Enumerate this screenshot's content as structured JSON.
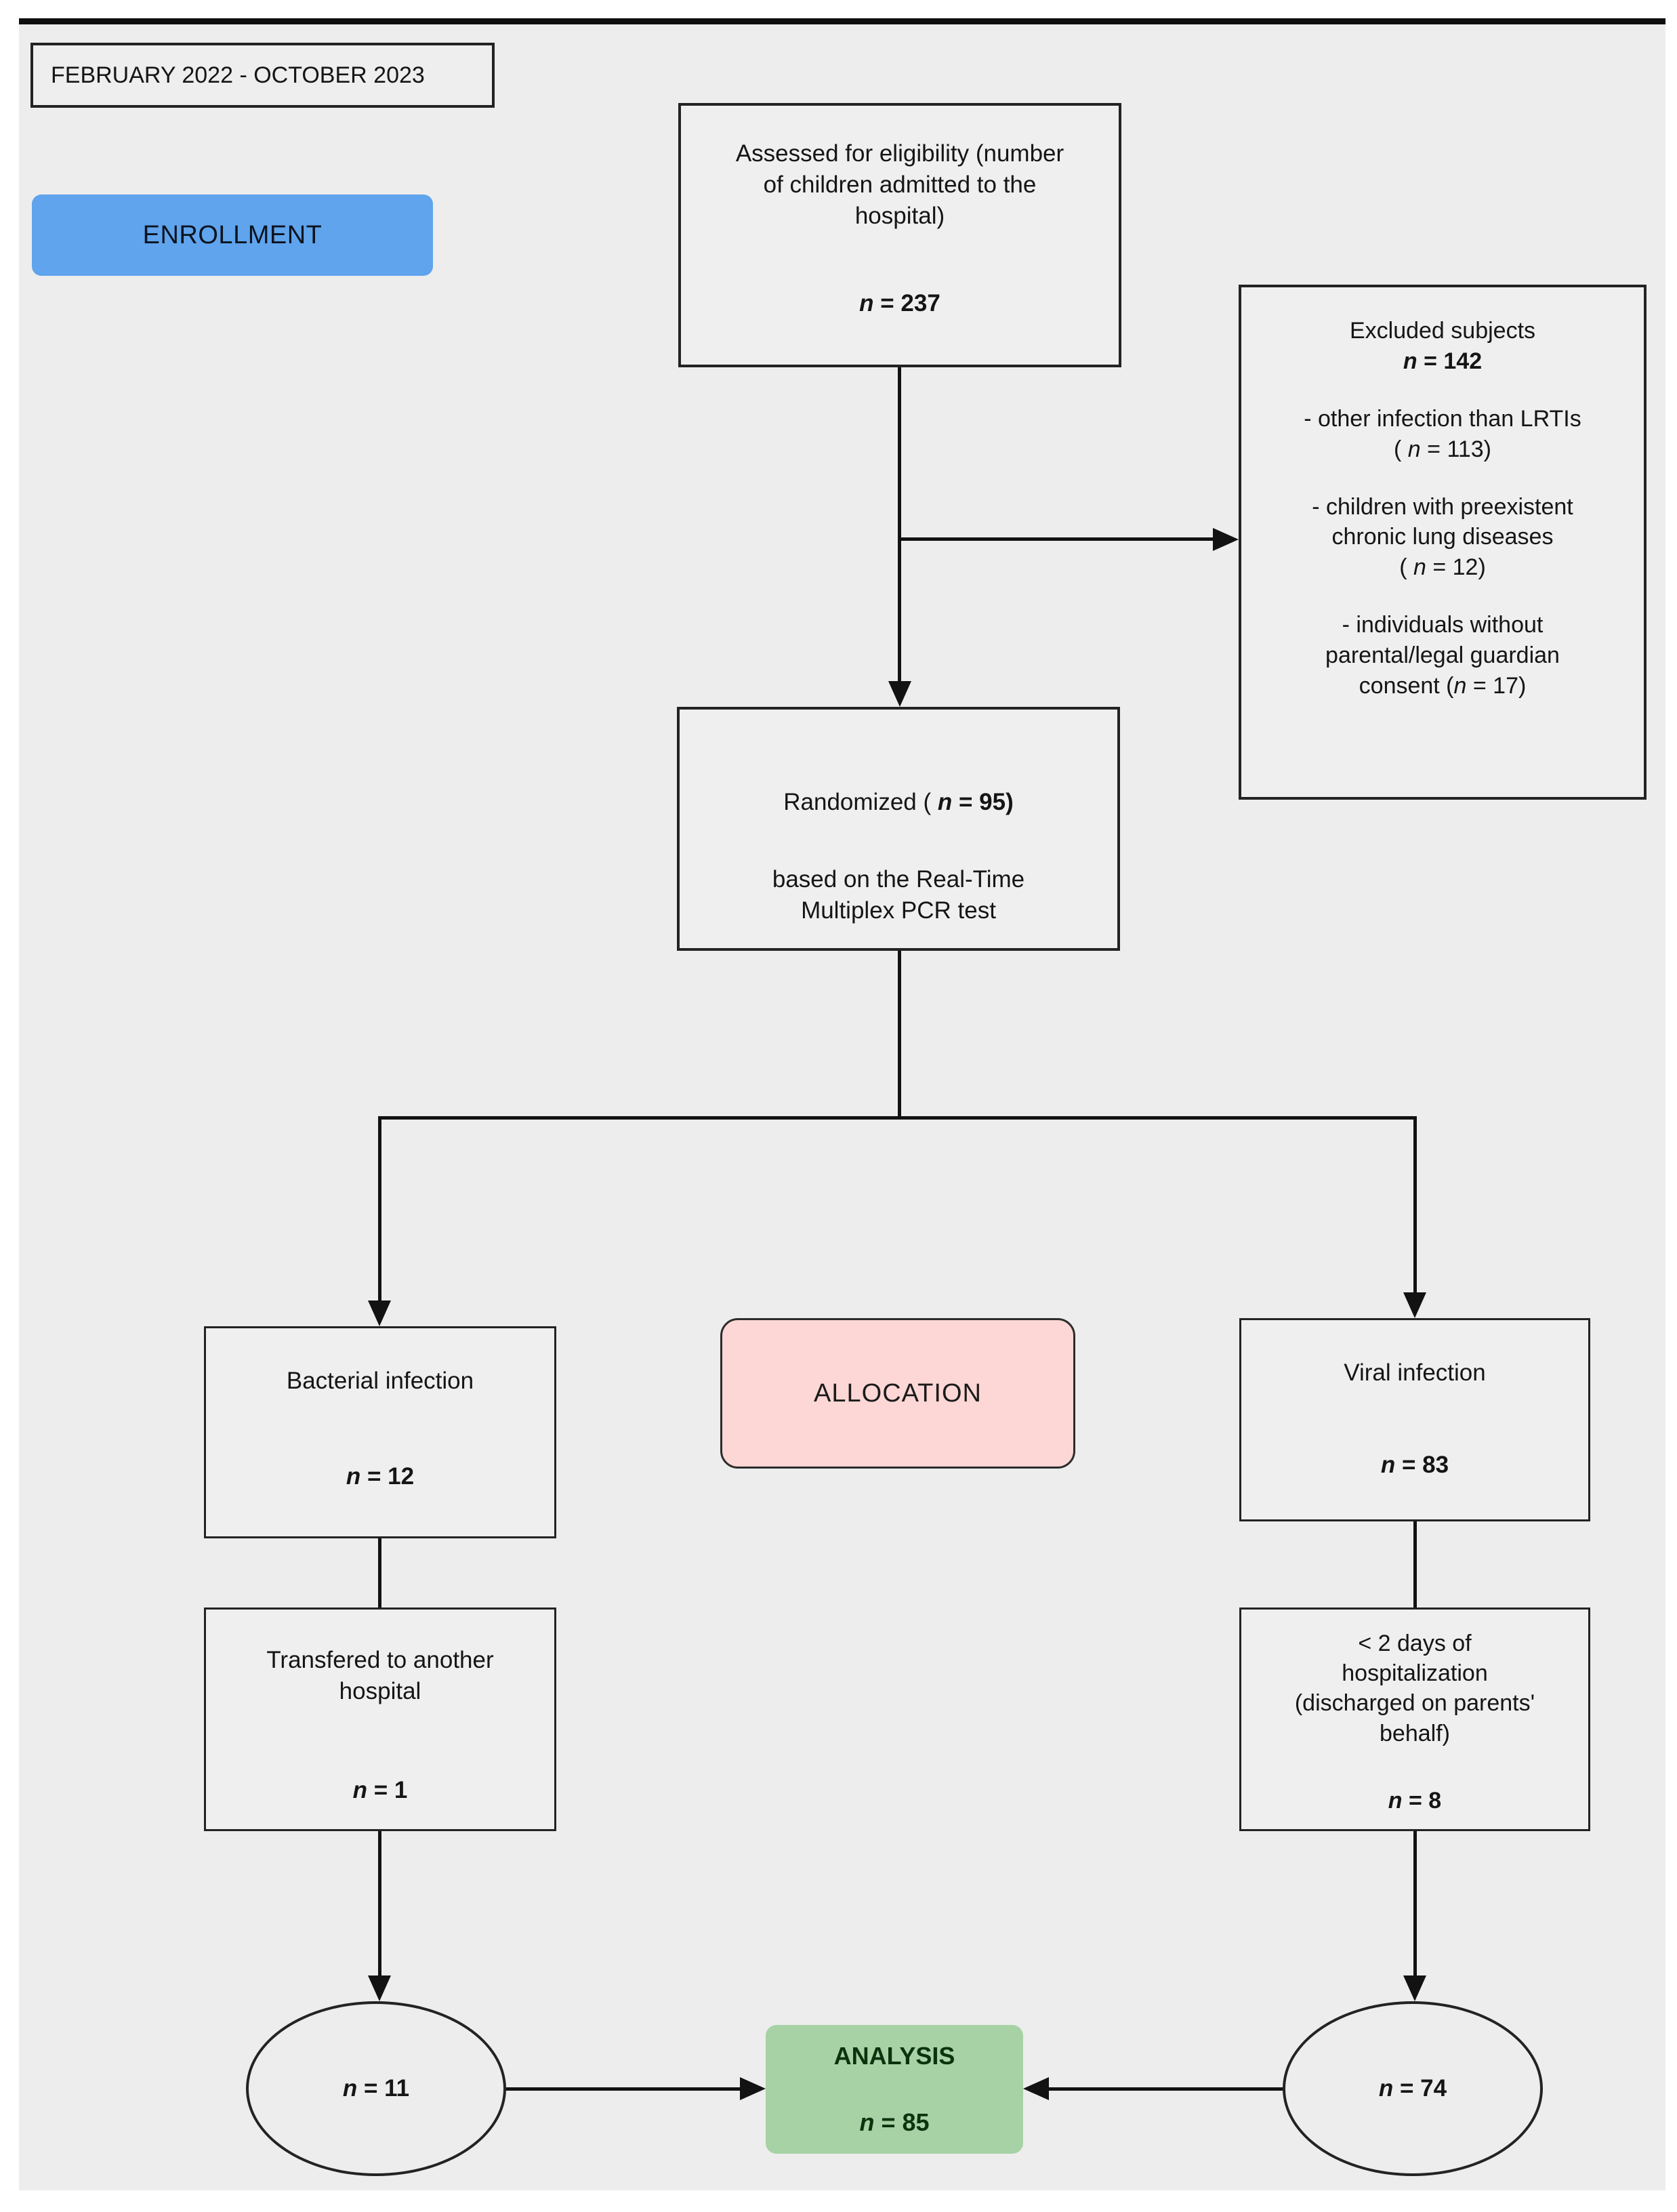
{
  "frame": {
    "period": "FEBRUARY 2022 - OCTOBER 2023"
  },
  "stages": {
    "enrollment": "ENROLLMENT",
    "allocation": "ALLOCATION",
    "analysis": "ANALYSIS"
  },
  "symbols": {
    "n": "n"
  },
  "colors": {
    "canvas": "#ededed",
    "enrollment_fill": "#5fa4ec",
    "allocation_fill": "#fcd7d5",
    "analysis_fill": "#a7d2a5",
    "analysis_text": "#0b330e",
    "line": "#121212"
  },
  "boxes": {
    "assessed": {
      "lines": [
        "Assessed for eligibility (number",
        "of children admitted to the",
        "hospital)"
      ],
      "n_post": " = 237"
    },
    "excluded": {
      "title": "Excluded subjects",
      "n_post": " = 142",
      "bullets": [
        {
          "lines": [
            "- other infection than LRTIs"
          ],
          "pre": "( ",
          "post": " = 113)"
        },
        {
          "lines": [
            "- children with preexistent",
            "chronic lung diseases"
          ],
          "pre": "( ",
          "post": " = 12)"
        },
        {
          "lines": [
            "- individuals without",
            "parental/legal guardian"
          ],
          "pre": "consent (",
          "post": " = 17)"
        }
      ]
    },
    "randomized": {
      "pre": "Randomized ( ",
      "post": " = 95)",
      "lines": [
        "based on the Real-Time",
        "Multiplex PCR test"
      ]
    },
    "bacterial": {
      "title": "Bacterial infection",
      "n_post": " = 12"
    },
    "viral": {
      "title": "Viral infection",
      "n_post": " = 83"
    },
    "transferred": {
      "lines": [
        "Transfered to another",
        "hospital"
      ],
      "n_post": " = 1"
    },
    "short_stay": {
      "lines": [
        "< 2 days of",
        "hospitalization",
        "(discharged on parents'",
        "behalf)"
      ],
      "n_post": " = 8"
    },
    "analysis": {
      "n_post": " = 85"
    },
    "ellipse_left": {
      "n_post": " = 11"
    },
    "ellipse_right": {
      "n_post": " = 74"
    }
  }
}
